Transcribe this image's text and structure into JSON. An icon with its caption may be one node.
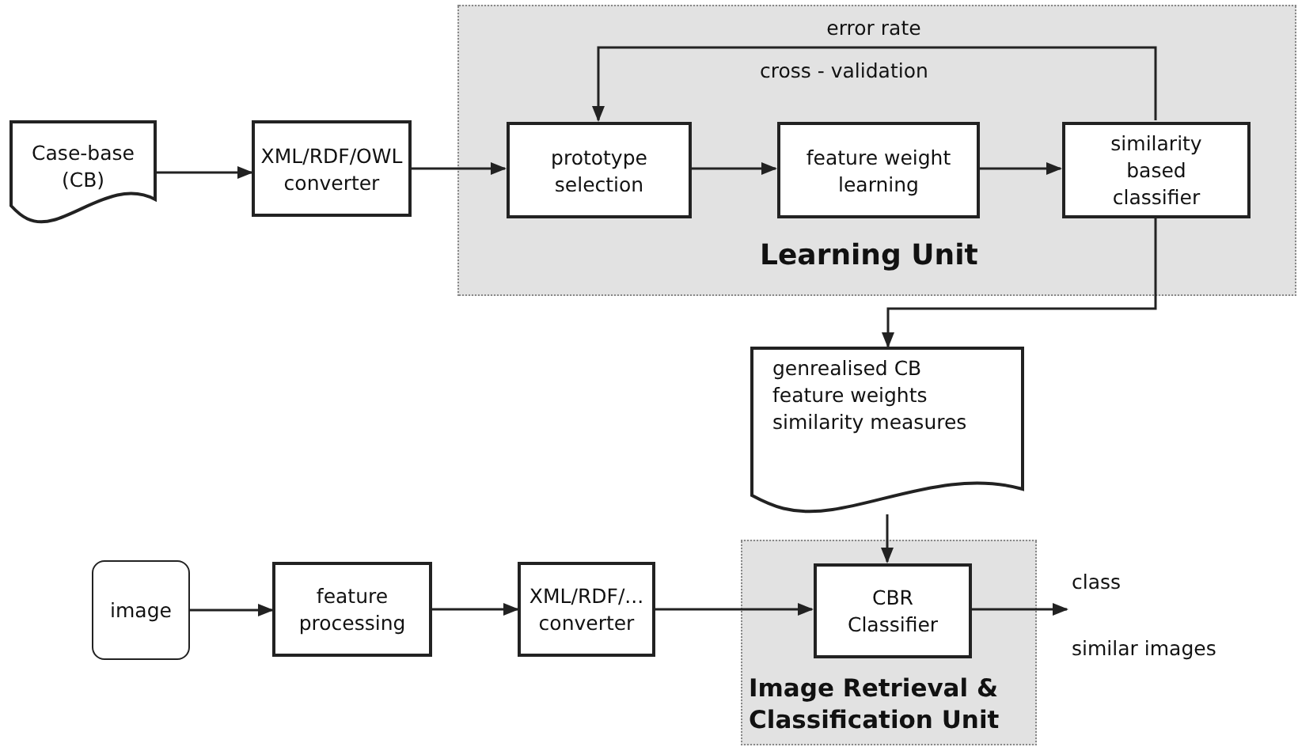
{
  "diagram": {
    "nodes": [
      {
        "text": [
          "Learning Unit"
        ]
      },
      {
        "text": [
          "Case-base (CB)"
        ]
      },
      {
        "text": [
          "XML/RDF/OWL converter"
        ]
      },
      {
        "text": [
          "prototype selection"
        ],
        "in": 0
      },
      {
        "text": [
          "feature weight learning"
        ],
        "in": 0
      },
      {
        "text": [
          "similarity based classifier"
        ],
        "in": 0
      },
      {
        "text": [
          "genrealised CB",
          "feature weights",
          "similarity measures"
        ]
      },
      {
        "text": [
          "Image Retrieval & Classification Unit"
        ]
      },
      {
        "text": [
          "image"
        ]
      },
      {
        "text": [
          "feature processing"
        ]
      },
      {
        "text": [
          "XML/RDF/... converter"
        ]
      },
      {
        "text": [
          "CBR Classifier"
        ],
        "in": 7
      },
      {
        "text": [
          "class",
          "similar images"
        ]
      }
    ],
    "edges": [
      {
        "from": 1,
        "to": 2,
        "arrow": "to"
      },
      {
        "from": 2,
        "to": 3,
        "arrow": "to"
      },
      {
        "from": 3,
        "to": 4,
        "arrow": "to"
      },
      {
        "from": 4,
        "to": 5,
        "arrow": "to"
      },
      {
        "from": 5,
        "to": 3,
        "arrow": "to",
        "label": "error rate"
      },
      {
        "from": 5,
        "to": 6,
        "arrow": "to"
      },
      {
        "from": 6,
        "to": 11,
        "arrow": "to"
      },
      {
        "from": 8,
        "to": 9,
        "arrow": "to"
      },
      {
        "from": 9,
        "to": 10,
        "arrow": "to"
      },
      {
        "from": 10,
        "to": 11,
        "arrow": "to"
      },
      {
        "from": 11,
        "to": 12,
        "arrow": "to"
      }
    ],
    "labels": [
      "cross - validation"
    ]
  }
}
